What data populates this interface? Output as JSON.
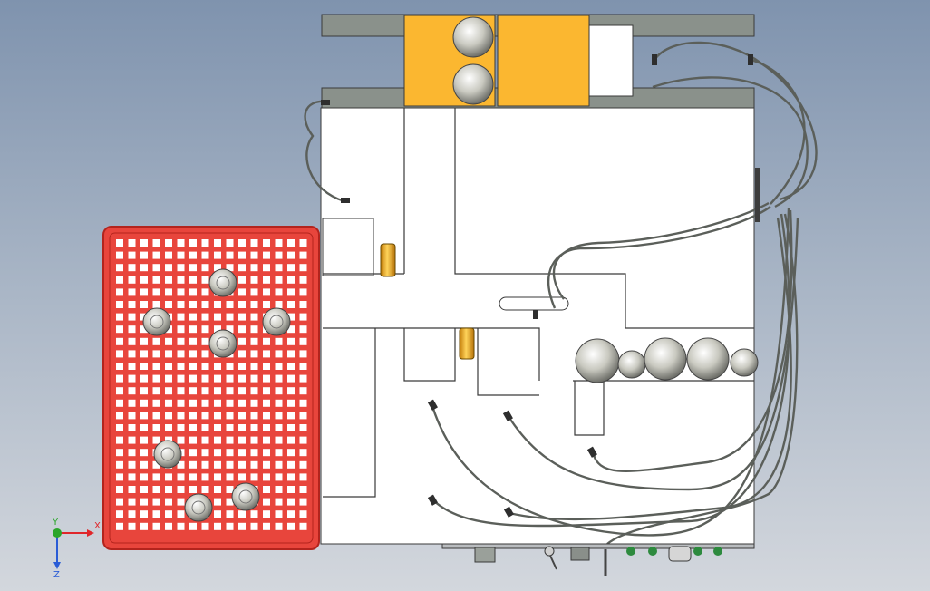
{
  "viewport": {
    "background_top": "#7f93ae",
    "background_bottom": "#d3d7dd"
  },
  "colors": {
    "grid_tray": "#e8453c",
    "grid_tray_edge": "#b3241d",
    "grid_hole": "#ffffff",
    "panel_fill": "#ffffff",
    "panel_edge": "#3a3a3a",
    "rail_fill": "#8a918b",
    "feeder_yellow": "#fbb730",
    "cylinder_yellow": "#f2a81d",
    "hose": "#5b5f5a",
    "connector_green": "#2d8a3e",
    "axis_x": "#e0262a",
    "axis_y": "#2aa52a",
    "axis_z": "#2a5cd6"
  },
  "triad": {
    "x_label": "X",
    "y_label": "Y",
    "z_label": "Z"
  },
  "parts": {
    "grid_tray_icon": "perforated-tray",
    "feeder_icon": "yellow-feeder",
    "sphere_icon": "ball-component",
    "hose_icon": "pneumatic-hose",
    "fitting_icon": "hose-fitting"
  }
}
